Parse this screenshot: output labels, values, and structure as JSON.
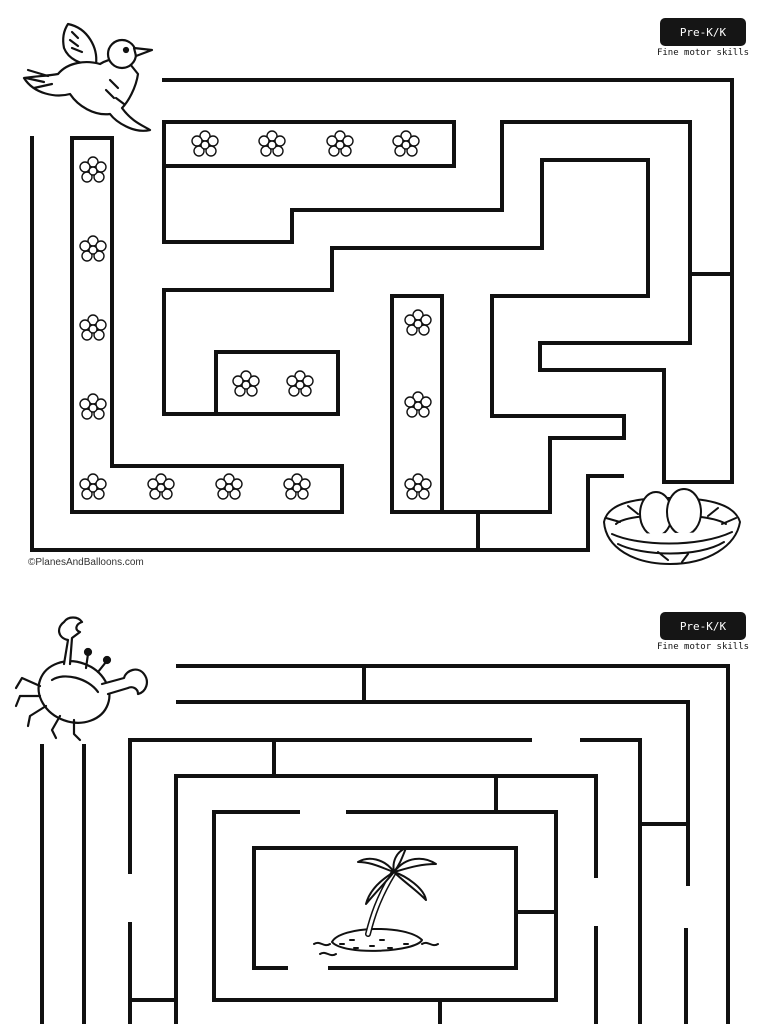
{
  "worksheets": [
    {
      "badge": "Pre-K/K",
      "subtitle": "Fine motor skills",
      "start_icon": "bird-icon",
      "goal_icon": "nest-with-eggs-icon",
      "decoration_icon": "flower-icon",
      "copyright": "©PlanesAndBalloons.com"
    },
    {
      "badge": "Pre-K/K",
      "subtitle": "Fine motor skills",
      "start_icon": "crab-icon",
      "goal_icon": "palm-island-icon"
    }
  ]
}
